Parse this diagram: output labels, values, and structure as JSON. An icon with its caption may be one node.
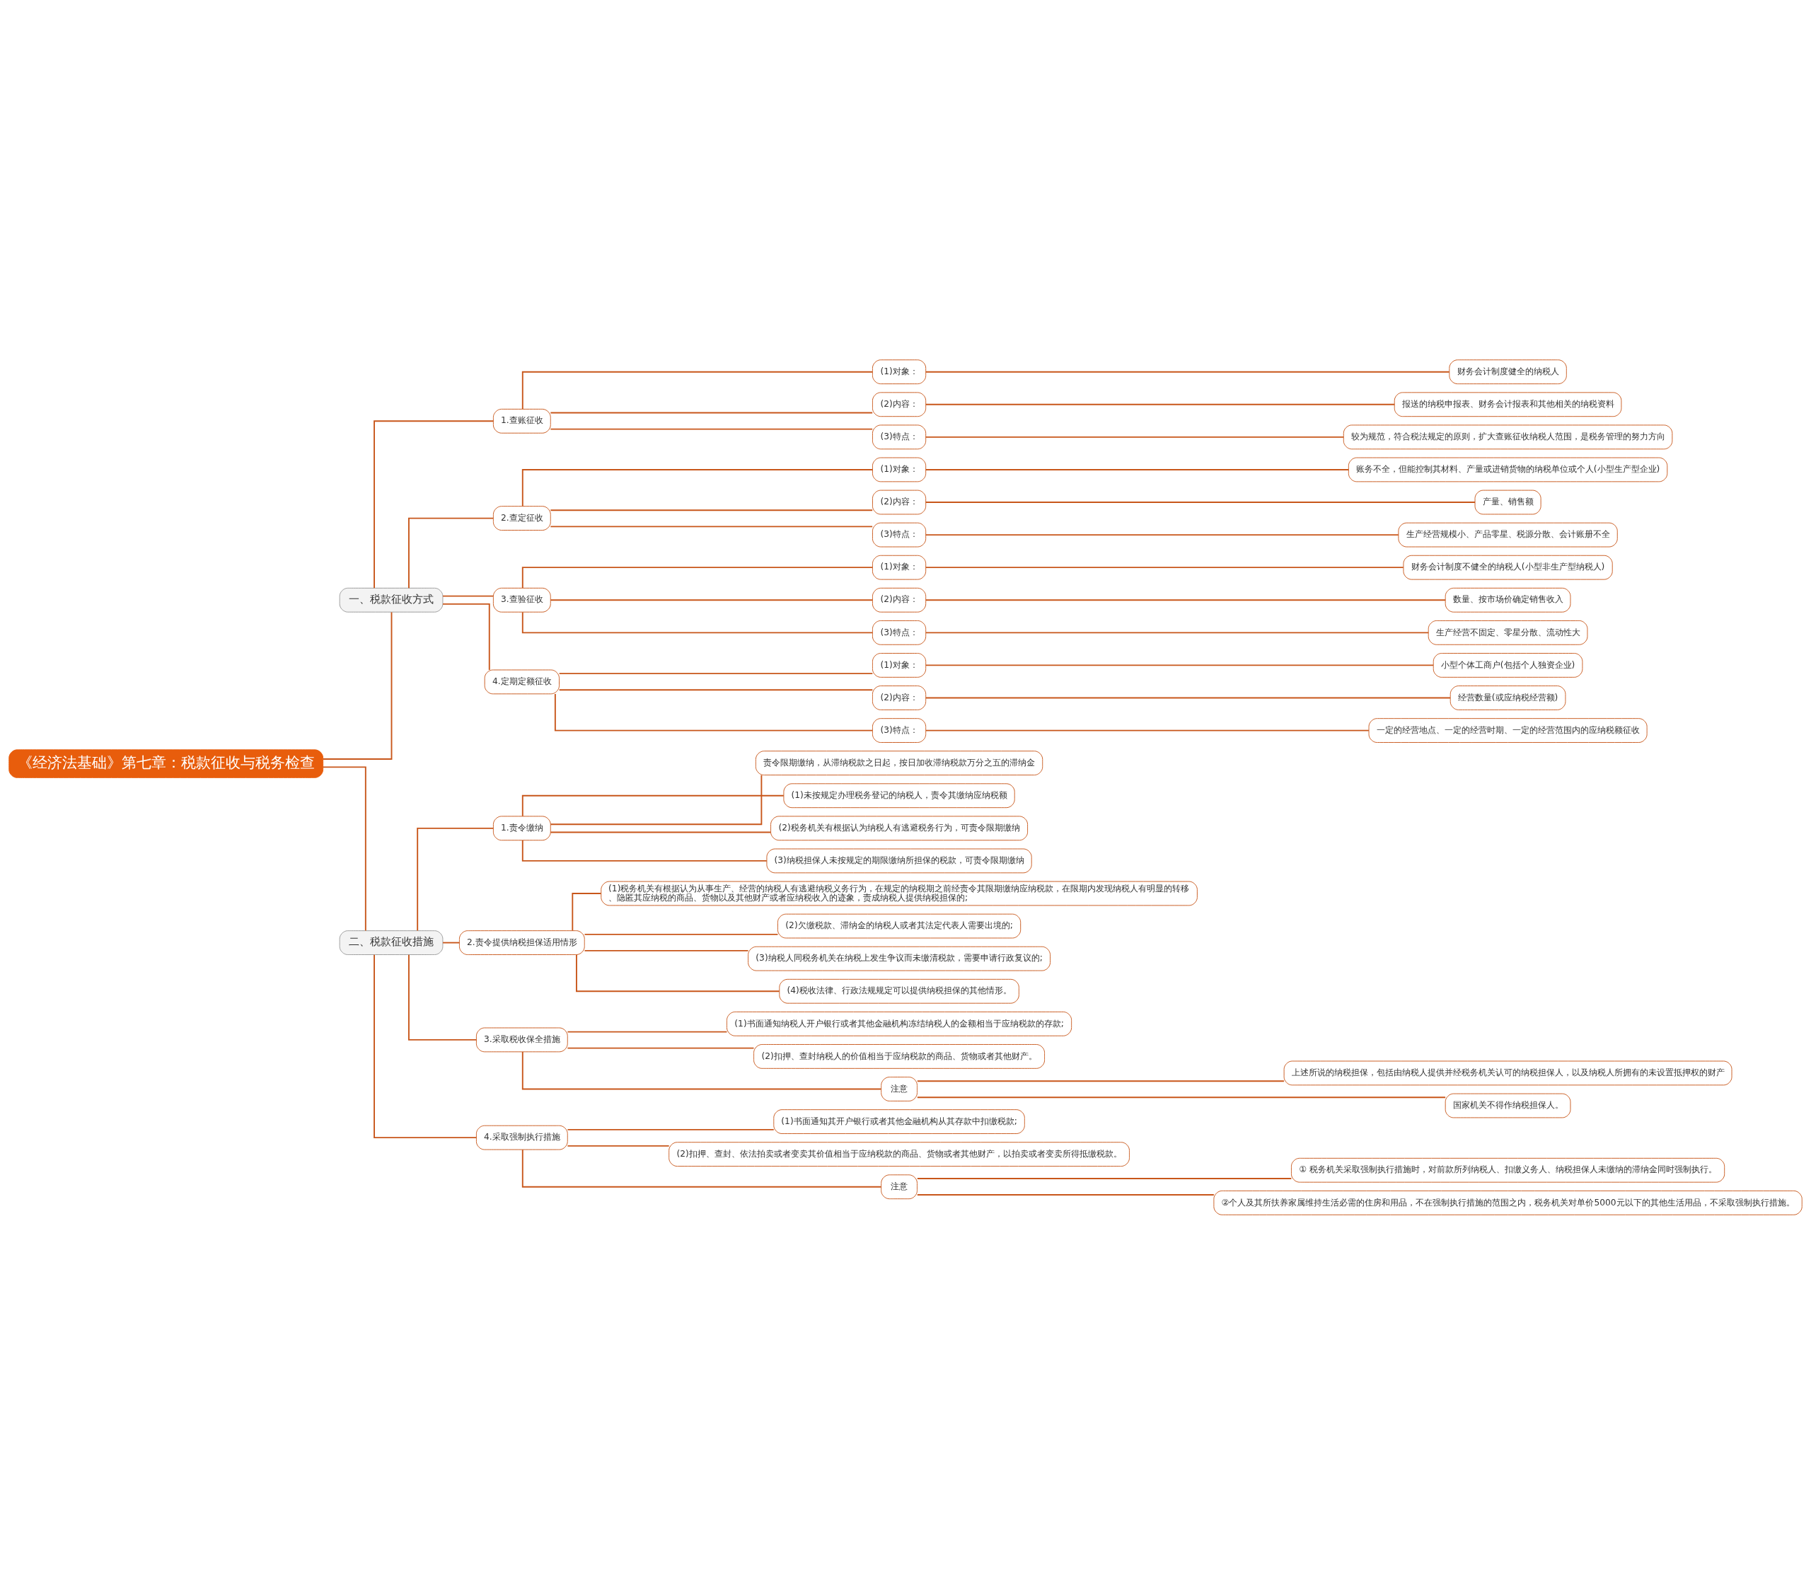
{
  "diagram": {
    "nodes": [
      {
        "text": [
          "《经济法基础》第七章：税款征收与税务检查"
        ]
      },
      {
        "text": [
          "一、税款征收方式"
        ]
      },
      {
        "text": [
          "1.查账征收"
        ]
      },
      {
        "text": [
          "(1)对象："
        ]
      },
      {
        "text": [
          "财务会计制度健全的纳税人"
        ]
      },
      {
        "text": [
          "(2)内容："
        ]
      },
      {
        "text": [
          "报送的纳税申报表、财务会计报表和其他相关的纳税资料"
        ]
      },
      {
        "text": [
          "(3)特点："
        ]
      },
      {
        "text": [
          "较为规范，符合税法规定的原则，扩大查账征收纳税人范围，是税务管理的努力方向"
        ]
      },
      {
        "text": [
          "2.查定征收"
        ]
      },
      {
        "text": [
          "(1)对象："
        ]
      },
      {
        "text": [
          "账务不全，但能控制其材料、产量或进销货物的纳税单位或个人(小型生产型企业)"
        ]
      },
      {
        "text": [
          "(2)内容："
        ]
      },
      {
        "text": [
          "产量、销售额"
        ]
      },
      {
        "text": [
          "(3)特点："
        ]
      },
      {
        "text": [
          "生产经营规模小、产品零星、税源分散、会计账册不全"
        ]
      },
      {
        "text": [
          "3.查验征收"
        ]
      },
      {
        "text": [
          "(1)对象："
        ]
      },
      {
        "text": [
          "财务会计制度不健全的纳税人(小型非生产型纳税人)"
        ]
      },
      {
        "text": [
          "(2)内容："
        ]
      },
      {
        "text": [
          "数量、按市场价确定销售收入"
        ]
      },
      {
        "text": [
          "(3)特点："
        ]
      },
      {
        "text": [
          "生产经营不固定、零星分散、流动性大"
        ]
      },
      {
        "text": [
          "4.定期定额征收"
        ]
      },
      {
        "text": [
          "(1)对象："
        ]
      },
      {
        "text": [
          "小型个体工商户(包括个人独资企业)"
        ]
      },
      {
        "text": [
          "(2)内容："
        ]
      },
      {
        "text": [
          "经营数量(或应纳税经营额)"
        ]
      },
      {
        "text": [
          "(3)特点："
        ]
      },
      {
        "text": [
          "一定的经营地点、一定的经营时期、一定的经营范围内的应纳税额征收"
        ]
      },
      {
        "text": [
          "二、税款征收措施"
        ]
      },
      {
        "text": [
          "1.责令缴纳"
        ]
      },
      {
        "text": [
          "责令限期缴纳，从滞纳税款之日起，按日加收滞纳税款万分之五的滞纳金"
        ]
      },
      {
        "text": [
          "(1)未按规定办理税务登记的纳税人，责令其缴纳应纳税额"
        ]
      },
      {
        "text": [
          "(2)税务机关有根据认为纳税人有逃避税务行为，可责令限期缴纳"
        ]
      },
      {
        "text": [
          "(3)纳税担保人未按规定的期限缴纳所担保的税款，可责令限期缴纳"
        ]
      },
      {
        "text": [
          "2.责令提供纳税担保适用情形"
        ]
      },
      {
        "text": [
          "(1)税务机关有根据认为从事生产、经营的纳税人有逃避纳税义务行为，在规定的纳税期之前经责令其限期缴纳应纳税款，在限期内发现纳税人有明显的转移、隐匿其应纳税的商品、货物以及其他财产或者应纳税收入的迹象，责成纳税人提供纳税担保的;"
        ]
      },
      {
        "text": [
          "(2)欠缴税款、滞纳金的纳税人或者其法定代表人需要出境的;"
        ]
      },
      {
        "text": [
          "(3)纳税人同税务机关在纳税上发生争议而未缴清税款，需要申请行政复议的;"
        ]
      },
      {
        "text": [
          "(4)税收法律、行政法规规定可以提供纳税担保的其他情形。"
        ]
      },
      {
        "text": [
          "3.采取税收保全措施"
        ]
      },
      {
        "text": [
          "(1)书面通知纳税人开户银行或者其他金融机构冻结纳税人的金额相当于应纳税款的存款;"
        ]
      },
      {
        "text": [
          "(2)扣押、查封纳税人的价值相当于应纳税款的商品、货物或者其他财产。"
        ]
      },
      {
        "text": [
          "注意"
        ]
      },
      {
        "text": [
          "上述所说的纳税担保，包括由纳税人提供并经税务机关认可的纳税担保人，以及纳税人所拥有的未设置抵押权的财产"
        ]
      },
      {
        "text": [
          "国家机关不得作纳税担保人。"
        ]
      },
      {
        "text": [
          "4.采取强制执行措施"
        ]
      },
      {
        "text": [
          "(1)书面通知其开户银行或者其他金融机构从其存款中扣缴税款;"
        ]
      },
      {
        "text": [
          "(2)扣押、查封、依法拍卖或者变卖其价值相当于应纳税款的商品、货物或者其他财产，以拍卖或者变卖所得抵缴税款。"
        ]
      },
      {
        "text": [
          "注意"
        ]
      },
      {
        "text": [
          "① 税务机关采取强制执行措施时，对前款所列纳税人、扣缴义务人、纳税担保人未缴纳的滞纳金同时强制执行。"
        ]
      },
      {
        "text": [
          "②个人及其所扶养家属维持生活必需的住房和用品，不在强制执行措施的范围之内，税务机关对单价5000元以下的其他生活用品，不采取强制执行措施。"
        ]
      }
    ],
    "edges": [
      {
        "from": 0,
        "to": 1,
        "arrow": "none"
      },
      {
        "from": 1,
        "to": 2,
        "arrow": "none"
      },
      {
        "from": 2,
        "to": 3,
        "arrow": "none"
      },
      {
        "from": 3,
        "to": 4,
        "arrow": "none"
      },
      {
        "from": 2,
        "to": 5,
        "arrow": "none"
      },
      {
        "from": 5,
        "to": 6,
        "arrow": "none"
      },
      {
        "from": 2,
        "to": 7,
        "arrow": "none"
      },
      {
        "from": 7,
        "to": 8,
        "arrow": "none"
      },
      {
        "from": 1,
        "to": 9,
        "arrow": "none"
      },
      {
        "from": 9,
        "to": 10,
        "arrow": "none"
      },
      {
        "from": 10,
        "to": 11,
        "arrow": "none"
      },
      {
        "from": 9,
        "to": 12,
        "arrow": "none"
      },
      {
        "from": 12,
        "to": 13,
        "arrow": "none"
      },
      {
        "from": 9,
        "to": 14,
        "arrow": "none"
      },
      {
        "from": 14,
        "to": 15,
        "arrow": "none"
      },
      {
        "from": 1,
        "to": 16,
        "arrow": "none"
      },
      {
        "from": 16,
        "to": 17,
        "arrow": "none"
      },
      {
        "from": 17,
        "to": 18,
        "arrow": "none"
      },
      {
        "from": 16,
        "to": 19,
        "arrow": "none"
      },
      {
        "from": 19,
        "to": 20,
        "arrow": "none"
      },
      {
        "from": 16,
        "to": 21,
        "arrow": "none"
      },
      {
        "from": 21,
        "to": 22,
        "arrow": "none"
      },
      {
        "from": 1,
        "to": 23,
        "arrow": "none"
      },
      {
        "from": 23,
        "to": 24,
        "arrow": "none"
      },
      {
        "from": 24,
        "to": 25,
        "arrow": "none"
      },
      {
        "from": 23,
        "to": 26,
        "arrow": "none"
      },
      {
        "from": 26,
        "to": 27,
        "arrow": "none"
      },
      {
        "from": 23,
        "to": 28,
        "arrow": "none"
      },
      {
        "from": 28,
        "to": 29,
        "arrow": "none"
      },
      {
        "from": 0,
        "to": 30,
        "arrow": "none"
      },
      {
        "from": 30,
        "to": 31,
        "arrow": "none"
      },
      {
        "from": 31,
        "to": 32,
        "arrow": "none"
      },
      {
        "from": 31,
        "to": 33,
        "arrow": "none"
      },
      {
        "from": 31,
        "to": 34,
        "arrow": "none"
      },
      {
        "from": 31,
        "to": 35,
        "arrow": "none"
      },
      {
        "from": 30,
        "to": 36,
        "arrow": "none"
      },
      {
        "from": 36,
        "to": 37,
        "arrow": "none"
      },
      {
        "from": 36,
        "to": 38,
        "arrow": "none"
      },
      {
        "from": 36,
        "to": 39,
        "arrow": "none"
      },
      {
        "from": 36,
        "to": 40,
        "arrow": "none"
      },
      {
        "from": 30,
        "to": 41,
        "arrow": "none"
      },
      {
        "from": 41,
        "to": 42,
        "arrow": "none"
      },
      {
        "from": 41,
        "to": 43,
        "arrow": "none"
      },
      {
        "from": 41,
        "to": 44,
        "arrow": "none"
      },
      {
        "from": 44,
        "to": 45,
        "arrow": "none"
      },
      {
        "from": 44,
        "to": 46,
        "arrow": "none"
      },
      {
        "from": 30,
        "to": 47,
        "arrow": "none"
      },
      {
        "from": 47,
        "to": 48,
        "arrow": "none"
      },
      {
        "from": 47,
        "to": 49,
        "arrow": "none"
      },
      {
        "from": 47,
        "to": 50,
        "arrow": "none"
      },
      {
        "from": 50,
        "to": 51,
        "arrow": "none"
      },
      {
        "from": 50,
        "to": 52,
        "arrow": "none"
      }
    ]
  }
}
